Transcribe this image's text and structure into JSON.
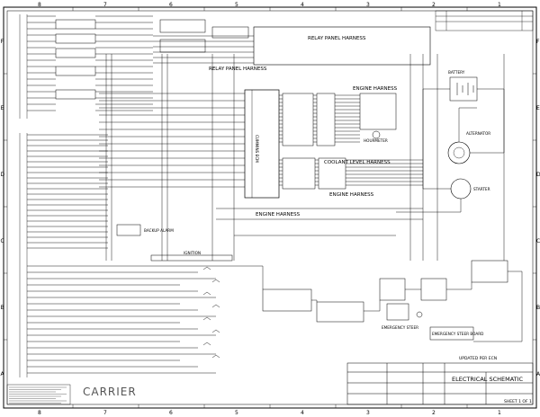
{
  "zones_columns": [
    "8",
    "7",
    "6",
    "5",
    "4",
    "3",
    "2",
    "1"
  ],
  "zones_rows": [
    "F",
    "E",
    "D",
    "C",
    "B",
    "A"
  ],
  "harness_labels": {
    "relay_panel_top": "RELAY PANEL HARNESS",
    "relay_panel_mid": "RELAY PANEL HARNESS",
    "engine_harness": "ENGINE HARNESS",
    "coolant_level": "COOLANT LEVEL HARNESS",
    "engine_harness_low": "ENGINE HARNESS",
    "engine_harness_bottom": "ENGINE HARNESS"
  },
  "component_labels": {
    "cummins_ecm": "CUMMINS ECM",
    "backup_alarm": "BACKUP ALARM",
    "alternator": "ALTERNATOR",
    "battery": "BATTERY",
    "starter": "STARTER",
    "hourmeter": "HOURMETER",
    "emergency_steer": "EMERGENCY STEER",
    "emergency_steer_board": "EMERGENCY STEER BOARD",
    "ignition": "IGNITION"
  },
  "logo": "CARRIER",
  "title_block": {
    "title": "ELECTRICAL SCHEMATIC",
    "sheet": "SHEET 1 OF 1",
    "revision_note": "UPDATED PER ECN"
  }
}
